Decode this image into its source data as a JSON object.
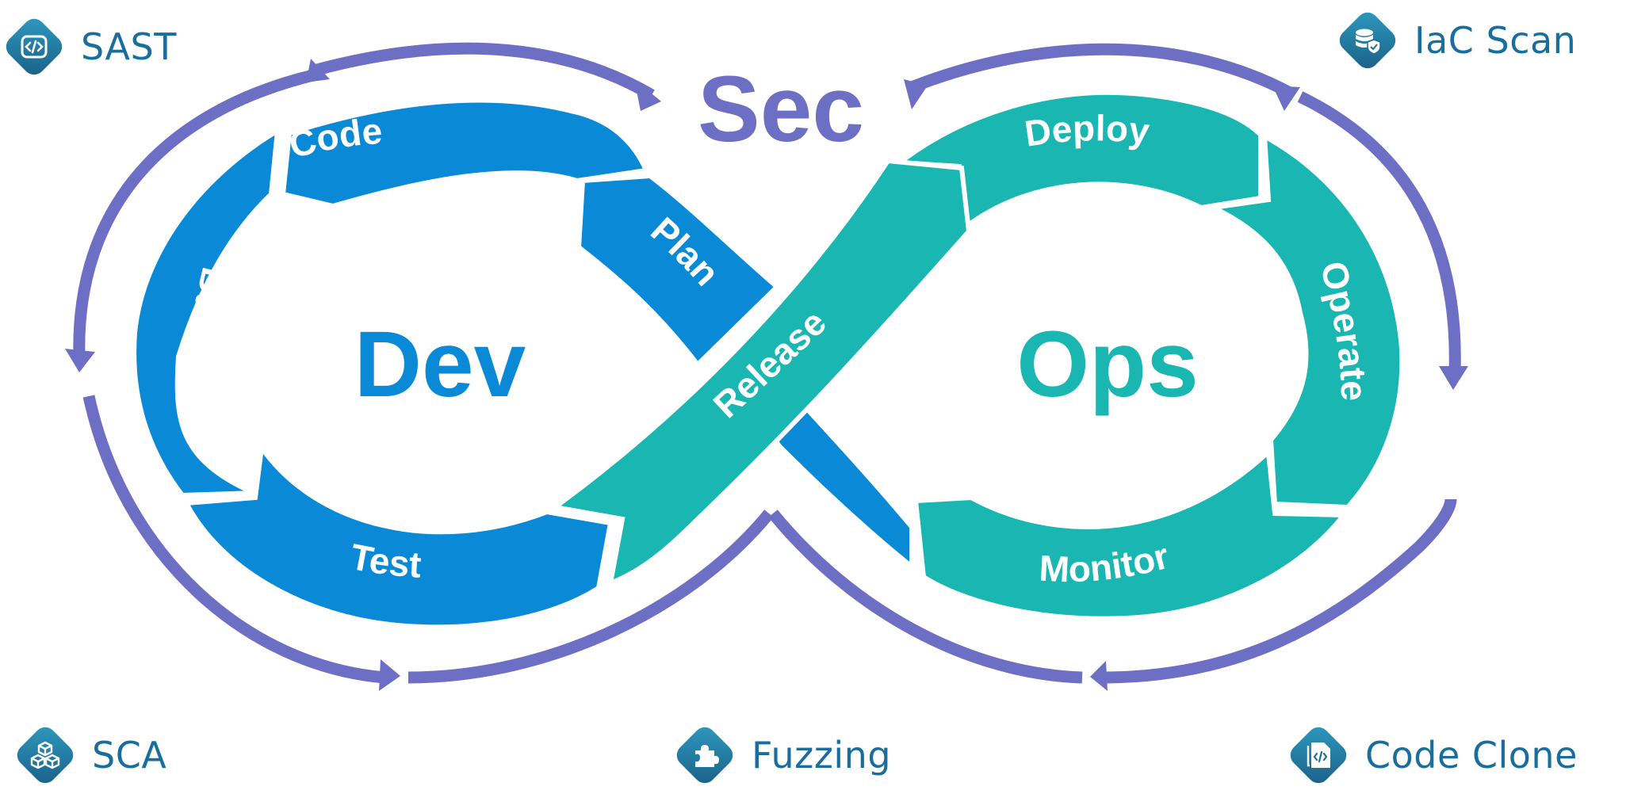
{
  "colors": {
    "dev": "#0a8ad6",
    "ops": "#19b6b2",
    "sec": "#6d6fc4",
    "badge_from": "#2a8fb5",
    "badge_to": "#1a5f86",
    "badge_text": "#1a6e9e"
  },
  "center": {
    "sec": "Sec",
    "dev": "Dev",
    "ops": "Ops"
  },
  "stages": {
    "code": "Code",
    "plan": "Plan",
    "build": "Build",
    "test": "Test",
    "release": "Release",
    "deploy": "Deploy",
    "operate": "Operate",
    "monitor": "Monitor"
  },
  "badges": [
    {
      "label": "SAST",
      "icon": "code-icon"
    },
    {
      "label": "IaC Scan",
      "icon": "database-shield-icon"
    },
    {
      "label": "SCA",
      "icon": "boxes-icon"
    },
    {
      "label": "Fuzzing",
      "icon": "puzzle-icon"
    },
    {
      "label": "Code Clone",
      "icon": "code-file-icon"
    }
  ]
}
